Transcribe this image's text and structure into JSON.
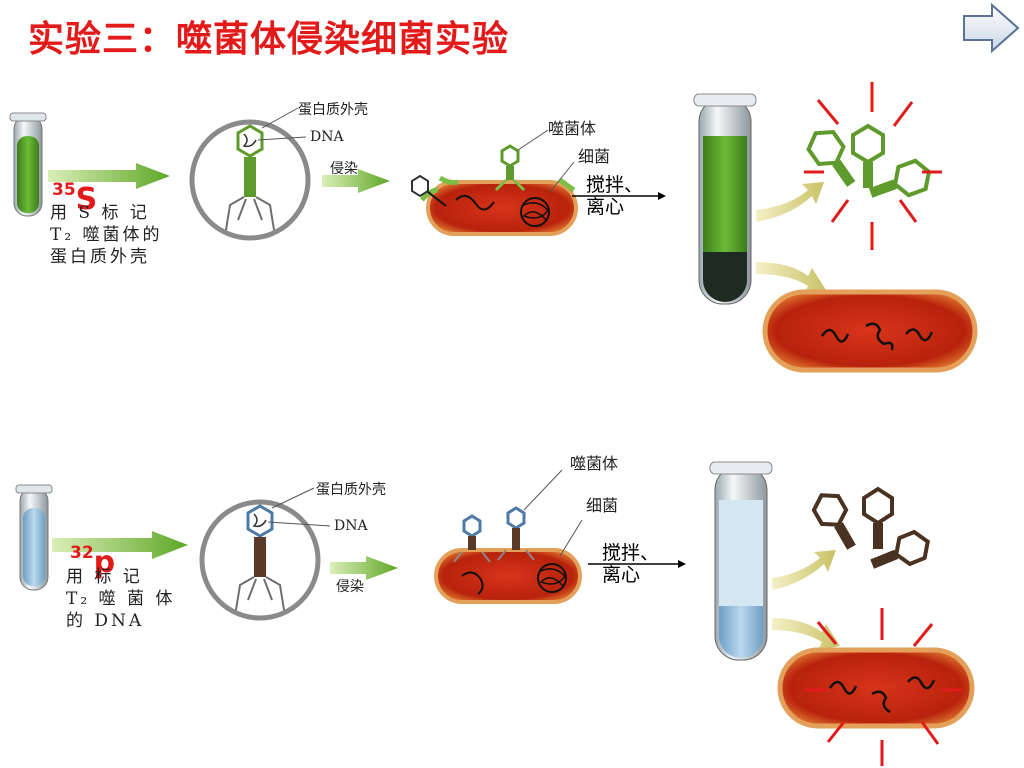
{
  "title": "实验三：噬菌体侵染细菌实验",
  "nav": {
    "next_icon": "right-arrow-icon"
  },
  "row1": {
    "isotope_mass": "35",
    "isotope_symbol": "S",
    "caption_lines": [
      "用  S 标 记",
      "T₂ 噬菌体的",
      "蛋白质外壳"
    ],
    "label_protein_coat": "蛋白质外壳",
    "label_dna": "DNA",
    "label_infect": "侵染",
    "label_phage": "噬菌体",
    "label_bacteria": "细菌",
    "stir_lines": [
      "搅拌、",
      "离心"
    ],
    "colors": {
      "tube_liquid": "#4f9a2a",
      "phage": "#5e9a2c"
    }
  },
  "row2": {
    "isotope_mass": "32",
    "isotope_symbol": "p",
    "caption_lines": [
      "用     标 记",
      "T₂ 噬 菌 体",
      "的 DNA"
    ],
    "label_protein_coat": "蛋白质外壳",
    "label_dna": "DNA",
    "label_infect": "侵染",
    "label_phage": "噬菌体",
    "label_bacteria": "细菌",
    "stir_lines": [
      "搅拌、",
      "离心"
    ],
    "colors": {
      "tube_liquid": "#8fbcdc",
      "phage": "#5a3a26"
    }
  },
  "colors": {
    "title": "#e31a1a",
    "bacteria": "#c8280f",
    "arrow_green": "#6ab02e",
    "radiation": "#e31a1a"
  }
}
